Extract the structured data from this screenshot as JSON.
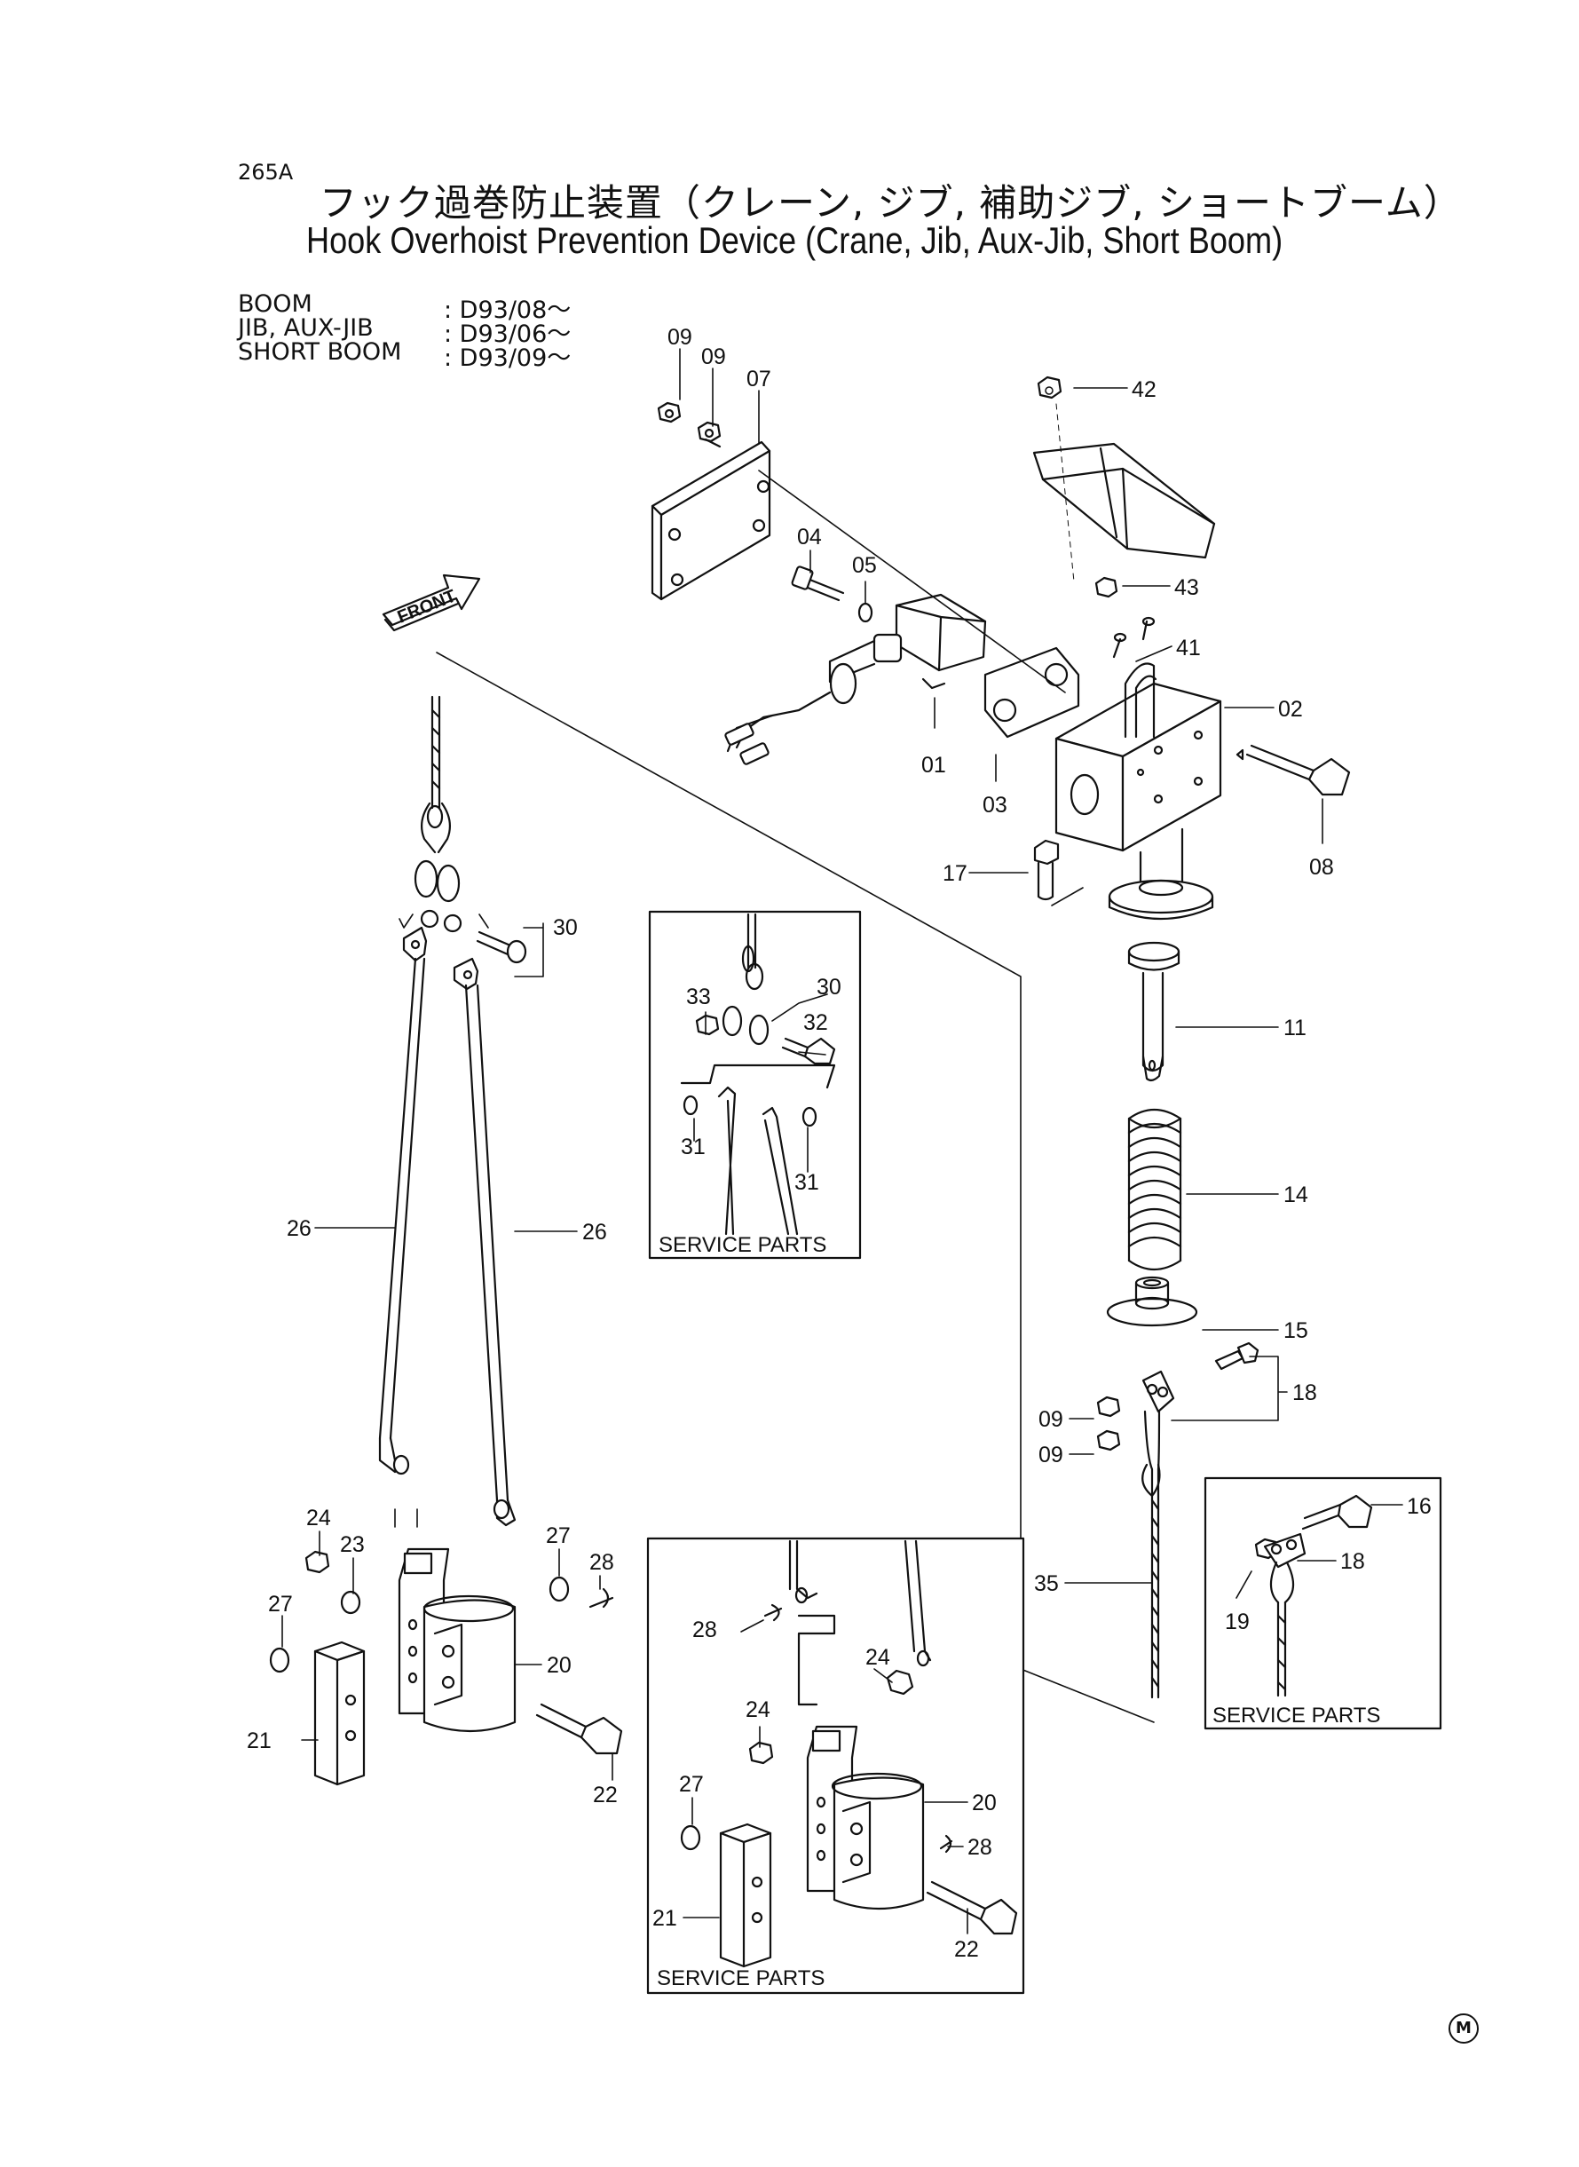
{
  "header": {
    "page_number": "265A",
    "title_jp": "フック過巻防止装置（クレーン, ジブ, 補助ジブ, ショートブーム）",
    "title_en": "Hook Overhoist  Prevention  Device (Crane, Jib, Aux-Jib, Short Boom)"
  },
  "applicability": [
    {
      "label": "BOOM",
      "serial": ": D93/08～"
    },
    {
      "label": "JIB,  AUX-JIB",
      "serial": ": D93/06～"
    },
    {
      "label": "SHORT  BOOM",
      "serial": ": D93/09～"
    }
  ],
  "front_arrow": "FRONT",
  "service_box_label": "SERVICE  PARTS",
  "callouts": {
    "c01": "01",
    "c02": "02",
    "c03": "03",
    "c04": "04",
    "c05": "05",
    "c07": "07",
    "c08": "08",
    "c09a": "09",
    "c09b": "09",
    "c09c": "09",
    "c09d": "09",
    "c11": "11",
    "c14": "14",
    "c15": "15",
    "c16": "16",
    "c17": "17",
    "c18a": "18",
    "c18b": "18",
    "c19": "19",
    "c20a": "20",
    "c20b": "20",
    "c21a": "21",
    "c21b": "21",
    "c22a": "22",
    "c22b": "22",
    "c23": "23",
    "c24a": "24",
    "c24b": "24",
    "c24c": "24",
    "c26a": "26",
    "c26b": "26",
    "c27a": "27",
    "c27b": "27",
    "c27c": "27",
    "c28a": "28",
    "c28b": "28",
    "c28c": "28",
    "c30a": "30",
    "c30b": "30",
    "c31a": "31",
    "c31b": "31",
    "c32": "32",
    "c33": "33",
    "c35": "35",
    "c41": "41",
    "c42": "42",
    "c43": "43"
  },
  "footer_mark": "M"
}
